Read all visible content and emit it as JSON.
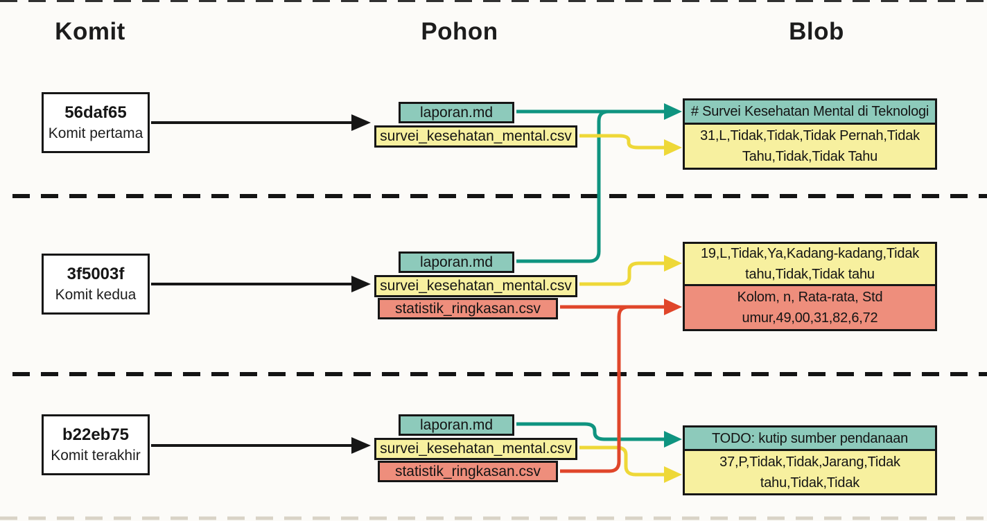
{
  "columns": {
    "commit": "Komit",
    "tree": "Pohon",
    "blob": "Blob"
  },
  "rows": [
    {
      "commit": {
        "hash": "56daf65",
        "label": "Komit pertama"
      },
      "tree": [
        "laporan.md",
        "survei_kesehatan_mental.csv"
      ],
      "blobs": [
        {
          "color": "teal",
          "lines": [
            "# Survei Kesehatan Mental di Teknologi"
          ]
        },
        {
          "color": "yellow",
          "lines": [
            "31,L,Tidak,Tidak,Tidak Pernah,Tidak",
            "Tahu,Tidak,Tidak Tahu"
          ]
        }
      ]
    },
    {
      "commit": {
        "hash": "3f5003f",
        "label": "Komit kedua"
      },
      "tree": [
        "laporan.md",
        "survei_kesehatan_mental.csv",
        "statistik_ringkasan.csv"
      ],
      "blobs": [
        {
          "color": "yellow",
          "lines": [
            "19,L,Tidak,Ya,Kadang-kadang,Tidak",
            "tahu,Tidak,Tidak tahu"
          ]
        },
        {
          "color": "salmon",
          "lines": [
            "Kolom, n, Rata-rata, Std",
            "umur,49,00,31,82,6,72"
          ]
        }
      ]
    },
    {
      "commit": {
        "hash": "b22eb75",
        "label": "Komit terakhir"
      },
      "tree": [
        "laporan.md",
        "survei_kesehatan_mental.csv",
        "statistik_ringkasan.csv"
      ],
      "blobs": [
        {
          "color": "teal",
          "lines": [
            "TODO: kutip sumber pendanaan"
          ]
        },
        {
          "color": "yellow",
          "lines": [
            "37,P,Tidak,Tidak,Jarang,Tidak",
            "tahu,Tidak,Tidak"
          ]
        }
      ]
    }
  ],
  "edges": [
    {
      "from": "commit-56daf65",
      "to": "tree-1",
      "color": "black"
    },
    {
      "from": "commit-3f5003f",
      "to": "tree-2",
      "color": "black"
    },
    {
      "from": "commit-b22eb75",
      "to": "tree-3",
      "color": "black"
    },
    {
      "from": "tree-1/laporan.md",
      "to": "blob-survei-kesehatan-heading",
      "color": "teal"
    },
    {
      "from": "tree-2/laporan.md",
      "to": "blob-survei-kesehatan-heading",
      "color": "teal"
    },
    {
      "from": "tree-1/survei_kesehatan_mental.csv",
      "to": "blob-row-31",
      "color": "yellow"
    },
    {
      "from": "tree-2/survei_kesehatan_mental.csv",
      "to": "blob-row-19",
      "color": "yellow"
    },
    {
      "from": "tree-2/statistik_ringkasan.csv",
      "to": "blob-kolom-stats",
      "color": "red"
    },
    {
      "from": "tree-3/statistik_ringkasan.csv",
      "to": "blob-kolom-stats",
      "color": "red"
    },
    {
      "from": "tree-3/laporan.md",
      "to": "blob-todo",
      "color": "teal"
    },
    {
      "from": "tree-3/survei_kesehatan_mental.csv",
      "to": "blob-row-37",
      "color": "yellow"
    }
  ],
  "colors": {
    "teal_fill": "#8dcabb",
    "yellow_fill": "#f7f09f",
    "salmon_fill": "#ee8e7c",
    "teal_line": "#0f9480",
    "yellow_line": "#eed838",
    "red_line": "#e0462a",
    "ink": "#161616",
    "background": "#fcfbf8"
  }
}
